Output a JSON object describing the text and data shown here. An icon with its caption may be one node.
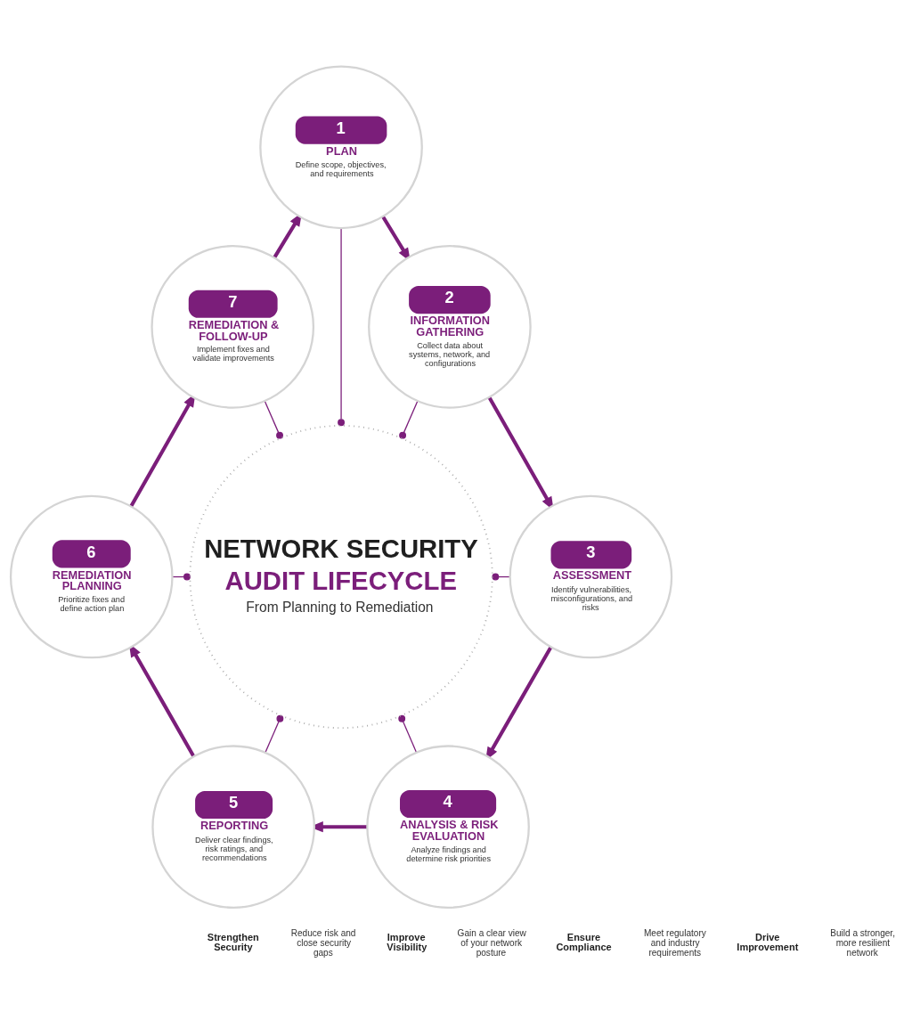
{
  "diagram": {
    "nodes": [
      {
        "text": [
          "1",
          "PLAN",
          "Define scope, objectives, and requirements"
        ]
      },
      {
        "text": [
          "2",
          "INFORMATION GATHERING",
          "Collect data about systems, network, and configurations"
        ]
      },
      {
        "text": [
          "3",
          "ASSESSMENT",
          "Identify vulnerabilities, misconfigurations, and risks"
        ]
      },
      {
        "text": [
          "4",
          "ANALYSIS & RISK EVALUATION",
          "Analyze findings and determine risk priorities"
        ]
      },
      {
        "text": [
          "5",
          "REPORTING",
          "Deliver clear findings, risk ratings, and recommendations"
        ]
      },
      {
        "text": [
          "6",
          "REMEDIATION PLANNING",
          "Prioritize fixes and define action plan"
        ]
      },
      {
        "text": [
          "7",
          "REMEDIATION & FOLLOW-UP",
          "Implement fixes and validate improvements"
        ]
      },
      {
        "text": [
          "NETWORK SECURITY AUDIT LIFECYCLE",
          "From Planning to Remediation"
        ]
      }
    ],
    "edges": [
      {
        "from": 0,
        "to": 1,
        "arrow": "to",
        "style": "thick"
      },
      {
        "from": 1,
        "to": 2,
        "arrow": "to",
        "style": "thick"
      },
      {
        "from": 2,
        "to": 3,
        "arrow": "to",
        "style": "thick"
      },
      {
        "from": 3,
        "to": 4,
        "arrow": "to",
        "style": "thick"
      },
      {
        "from": 4,
        "to": 5,
        "arrow": "to",
        "style": "thick"
      },
      {
        "from": 5,
        "to": 6,
        "arrow": "to",
        "style": "thick"
      },
      {
        "from": 6,
        "to": 0,
        "arrow": "to",
        "style": "thick"
      },
      {
        "from": 0,
        "to": 7,
        "arrow": "other"
      },
      {
        "from": 1,
        "to": 7,
        "arrow": "other"
      },
      {
        "from": 2,
        "to": 7,
        "arrow": "other"
      },
      {
        "from": 3,
        "to": 7,
        "arrow": "other"
      },
      {
        "from": 4,
        "to": 7,
        "arrow": "other"
      },
      {
        "from": 5,
        "to": 7,
        "arrow": "other"
      },
      {
        "from": 6,
        "to": 7,
        "arrow": "other"
      }
    ],
    "labels": [
      "Strengthen Security",
      "Reduce risk and close security gaps",
      "Improve Visibility",
      "Gain a clear view of your network posture",
      "Ensure Compliance",
      "Meet regulatory and industry requirements",
      "Drive Improvement",
      "Build a stronger, more resilient network"
    ]
  }
}
